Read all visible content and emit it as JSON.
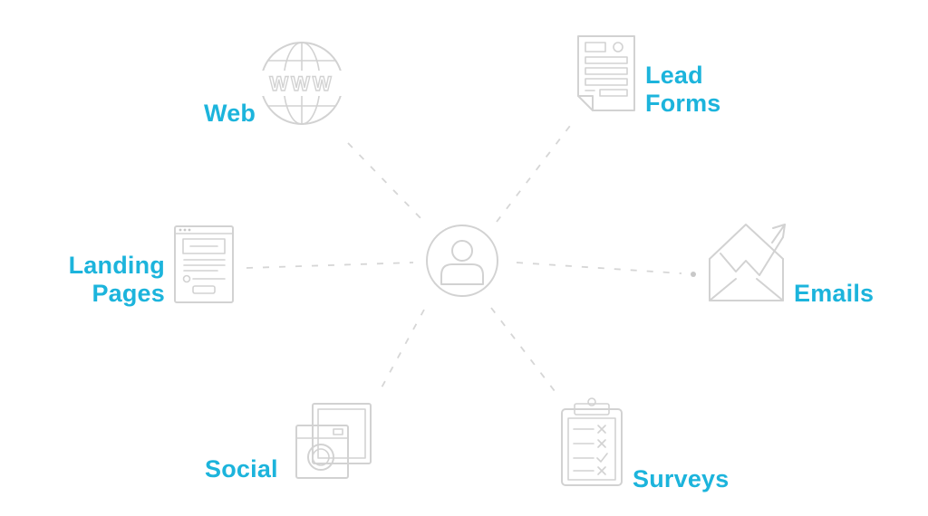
{
  "center": {
    "icon": "user-avatar-icon"
  },
  "nodes": {
    "web": {
      "label": "Web",
      "icon": "www-globe-icon"
    },
    "lead_forms": {
      "line1": "Lead",
      "line2": "Forms",
      "icon": "lead-form-document-icon"
    },
    "landing_pages": {
      "line1": "Landing",
      "line2": "Pages",
      "icon": "landing-page-window-icon"
    },
    "emails": {
      "label": "Emails",
      "icon": "email-envelope-chart-icon"
    },
    "social": {
      "label": "Social",
      "icon": "photo-camera-icon"
    },
    "surveys": {
      "label": "Surveys",
      "icon": "survey-clipboard-icon"
    }
  },
  "colors": {
    "accent": "#1cb4dc",
    "icon_stroke": "#d2d2d2",
    "background": "#ffffff"
  }
}
